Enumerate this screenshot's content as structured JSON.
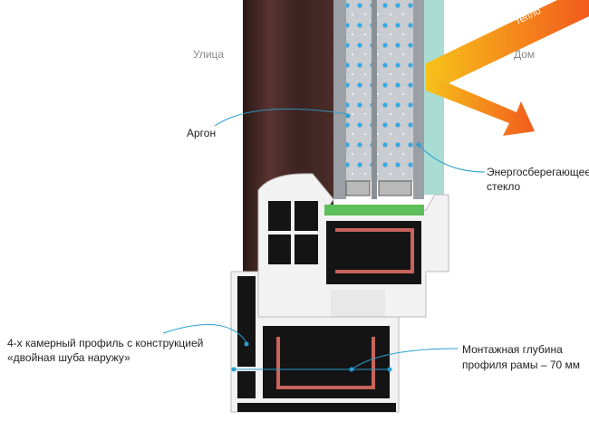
{
  "labels": {
    "street": "Улица",
    "home": "Дом",
    "heat": "тепло",
    "argon": "Аргон",
    "glass_line1": "Энергосберегающее",
    "glass_line2": "стекло",
    "profile_line1": "4-х камерный профиль с конструкцией",
    "profile_line2": "«двойная шуба наружу»",
    "depth_line1": "Монтажная глубина",
    "depth_line2": "профиля рамы – 70 мм"
  },
  "colors": {
    "frame_brown": "#3e2522",
    "profile_black": "#141414",
    "profile_white": "#f2f2f2",
    "glass_green": "#9fd6cc",
    "seal_green": "#5cbf5a",
    "steel_red": "#c8645c",
    "callout_blue": "#2a9fd0",
    "heat_orange": "#f59a1e"
  }
}
